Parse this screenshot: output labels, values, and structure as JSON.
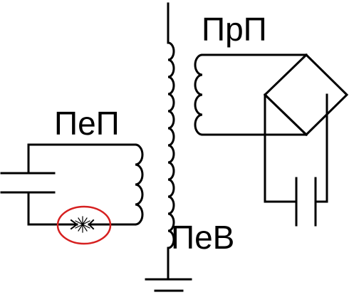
{
  "labels": {
    "secondary_winding": "ПрП",
    "primary_winding": "ПеП",
    "output_winding": "ПеВ"
  },
  "colors": {
    "line": "#000000",
    "highlight": "#d62020",
    "background": "#ffffff"
  },
  "icons": {
    "left_capacitor": "capacitor-symbol",
    "bottom_capacitor": "capacitor-symbol",
    "spark_gap": "spark-gap-symbol",
    "ground": "ground-symbol",
    "bridge": "diode-bridge-symbol"
  }
}
